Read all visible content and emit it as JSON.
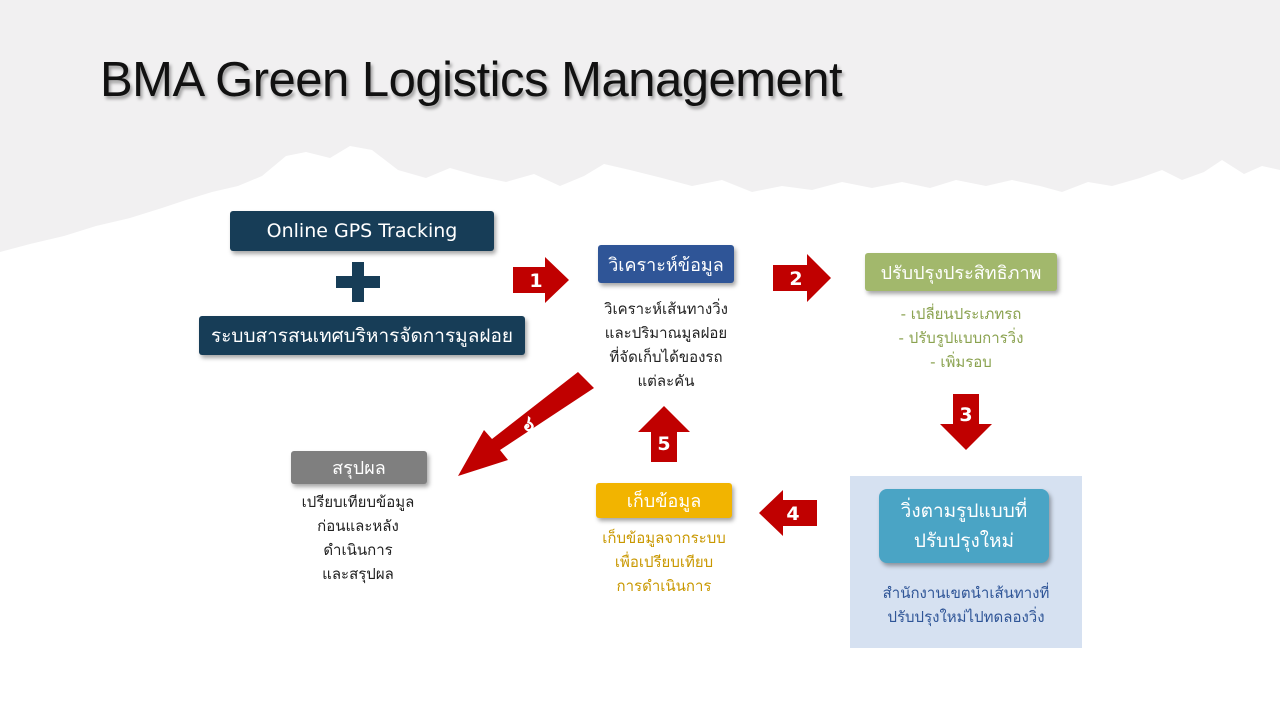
{
  "title": "BMA Green Logistics Management",
  "colors": {
    "navy": "#173d57",
    "blue": "#2f5597",
    "green": "#a2b86c",
    "gold": "#f2b400",
    "gray": "#7f7f7f",
    "teal": "#4aa4c5",
    "arrow_red": "#c00000",
    "panel": "#d6e1f1"
  },
  "inputs": {
    "gps": "Online GPS Tracking",
    "plus_icon": "plus-icon",
    "waste_system": "ระบบสารสนเทศบริหารจัดการมูลฝอย"
  },
  "analyze": {
    "label": "วิเคราะห์ข้อมูล",
    "lines": [
      "วิเคราะห์เส้นทางวิ่ง",
      "และปริมาณมูลฝอย",
      "ที่จัดเก็บได้ของรถ",
      "แต่ละคัน"
    ]
  },
  "improve": {
    "label": "ปรับปรุงประสิทธิภาพ",
    "lines": [
      "- เปลี่ยนประเภทรถ",
      "- ปรับรูปแบบการวิ่ง",
      "- เพิ่มรอบ"
    ]
  },
  "run": {
    "label_lines": [
      "วิ่งตามรูปแบบที่",
      "ปรับปรุงใหม่"
    ],
    "lines": [
      "สำนักงานเขตนำเส้นทางที่",
      "ปรับปรุงใหม่ไปทดลองวิ่ง"
    ]
  },
  "collect": {
    "label": "เก็บข้อมูล",
    "lines": [
      "เก็บข้อมูลจากระบบ",
      "เพื่อเปรียบเทียบ",
      "การดำเนินการ"
    ]
  },
  "summary": {
    "label": "สรุปผล",
    "lines": [
      "เปรียบเทียบข้อมูล",
      "ก่อนและหลัง",
      "ดำเนินการ",
      "และสรุปผล"
    ]
  },
  "steps": [
    "1",
    "2",
    "3",
    "4",
    "5",
    "๖"
  ]
}
